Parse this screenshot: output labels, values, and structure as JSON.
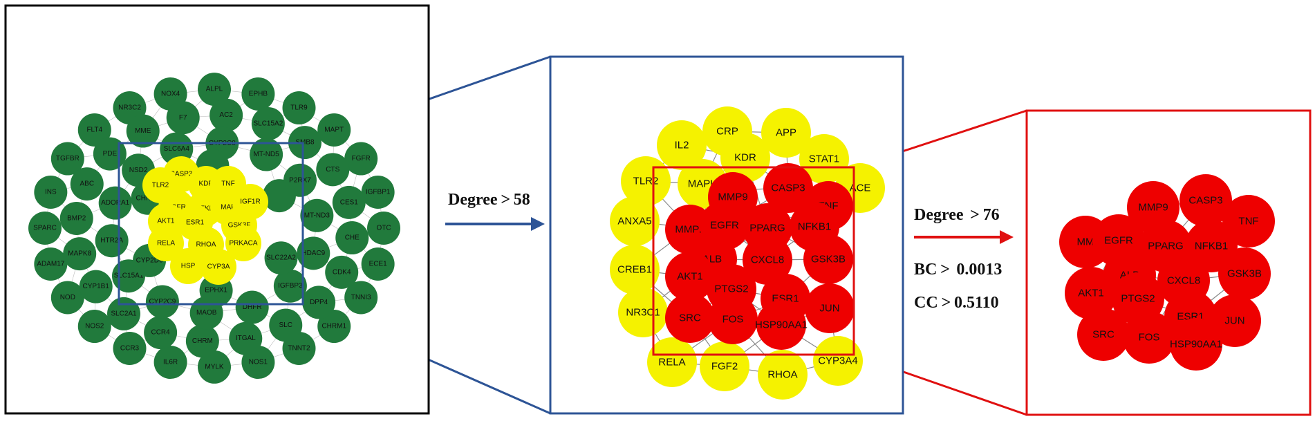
{
  "colors": {
    "outer_ring": "#217a3c",
    "mid_ring": "#f5f200",
    "core": "#ee0000",
    "blue_frame": "#2d5496",
    "red_frame": "#e01010",
    "black_frame": "#000000",
    "edge": "#8a8a8a"
  },
  "steps": [
    {
      "lines": [
        "Degree > 58"
      ]
    },
    {
      "lines": [
        "Degree  > 76",
        "BC >  0.0013",
        "CC > 0.5110"
      ]
    }
  ],
  "panel1": {
    "green_nodes": [
      "OTC",
      "ECE1",
      "TNNI3",
      "CHRM1",
      "TNNT2",
      "NOS1",
      "MYLK",
      "IL6R",
      "CCR3",
      "NOS2",
      "NOD",
      "ADAM17",
      "SPARC",
      "INS",
      "TGFBR",
      "FLT4",
      "NR3C2",
      "NOX4",
      "ALPL",
      "EPHB",
      "TLR9",
      "MAPT",
      "FGFR",
      "IGFBP1",
      "CDK4",
      "DPP4",
      "SLC",
      "ITGAL",
      "CHRM",
      "CCR4",
      "SLC2A1",
      "CYP1B1",
      "MAPK8",
      "BMP2",
      "ABC",
      "PDE",
      "MME",
      "F7",
      "AC2",
      "SLC15A2",
      "SMB8",
      "CTS",
      "CES1",
      "CHE",
      "HDAC9",
      "IGFBP3",
      "DHFR",
      "MAOB",
      "CYP2C9",
      "SLC15A1",
      "HTR2A",
      "ADORA1",
      "NSD2",
      "SLC6A4",
      "CYP2C8",
      "MT-ND5",
      "P2RX7",
      "MT-ND3",
      "SLC22A2",
      "EPHX1",
      "CYP2D6",
      "CHNA5"
    ],
    "yellow_nodes": [
      "CASP3",
      "TLR2",
      "KDR",
      "TNF",
      "EGFR",
      "NFKB",
      "MAP",
      "IGF1R",
      "AKT1",
      "ESR1",
      "GSK3F",
      "RHOA",
      "PRKACA",
      "RELA",
      "HSP",
      "CYP3A"
    ]
  },
  "panel2": {
    "yellow_nodes": [
      "CRP",
      "APP",
      "IL2",
      "KDR",
      "STAT1",
      "TLR2",
      "MAPK",
      "ACE",
      "ANXA5",
      "CREB1",
      "NR3C1",
      "RELA",
      "FGF2",
      "RHOA",
      "CYP3A4"
    ],
    "red_nodes": [
      "MMP9",
      "CASP3",
      "TNF",
      "MMP2",
      "EGFR",
      "PPARG",
      "NFKB1",
      "ALB",
      "GSK3B",
      "AKT1",
      "CXCL8",
      "PTGS2",
      "ESR1",
      "JUN",
      "SRC",
      "FOS",
      "HSP90AA1"
    ]
  },
  "panel3": {
    "red_nodes": [
      "MMP9",
      "CASP3",
      "TNF",
      "MM",
      "EGFR",
      "PPARG",
      "NFKB1",
      "ALB",
      "CXCL8",
      "GSK3B",
      "AKT1",
      "PTGS2",
      "ESR1",
      "JUN",
      "SRC",
      "FOS",
      "HSP90AA1"
    ]
  }
}
